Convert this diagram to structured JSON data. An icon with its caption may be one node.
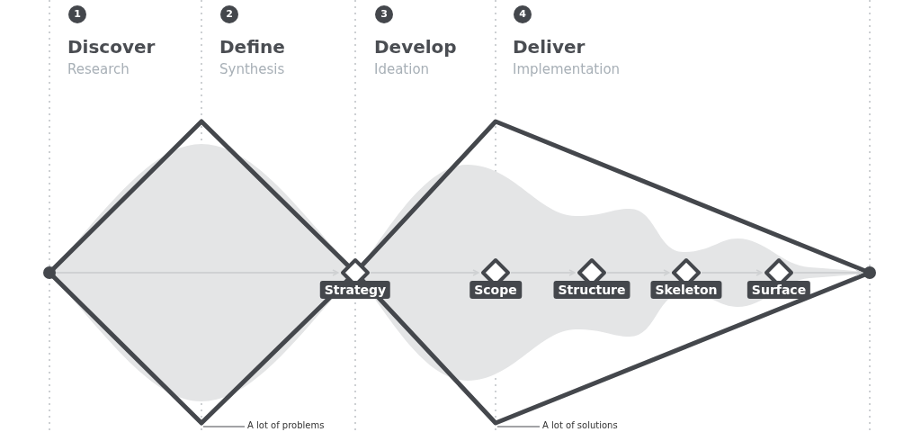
{
  "diagram": {
    "nodes": [
      {
        "text": [],
        "shape": "circle"
      },
      {
        "text": [
          "Strategy"
        ]
      },
      {
        "text": [
          "Scope"
        ]
      },
      {
        "text": [
          "Structure"
        ]
      },
      {
        "text": [
          "Skeleton"
        ]
      },
      {
        "text": [
          "Surface"
        ]
      },
      {
        "text": [],
        "shape": "circle"
      },
      {
        "text": [
          "A lot of problems"
        ]
      },
      {
        "text": [
          "A lot of solutions"
        ]
      }
    ],
    "edges": [
      {
        "from": 0,
        "to": 1,
        "arrow": "to"
      },
      {
        "from": 1,
        "to": 2,
        "arrow": "to"
      },
      {
        "from": 2,
        "to": 3,
        "arrow": "to"
      },
      {
        "from": 3,
        "to": 4,
        "arrow": "to"
      },
      {
        "from": 4,
        "to": 5,
        "arrow": "to"
      },
      {
        "from": 5,
        "to": 6,
        "arrow": "to"
      },
      {
        "from": 7,
        "to": null,
        "arrow": "none",
        "color": "#44474c"
      },
      {
        "from": 8,
        "to": null,
        "arrow": "none",
        "color": "#44474c"
      }
    ],
    "labels": [
      "1",
      "Discover",
      "Research",
      "2",
      "Define",
      "Synthesis",
      "3",
      "Develop",
      "Ideation",
      "4",
      "Deliver",
      "Implementation"
    ]
  }
}
